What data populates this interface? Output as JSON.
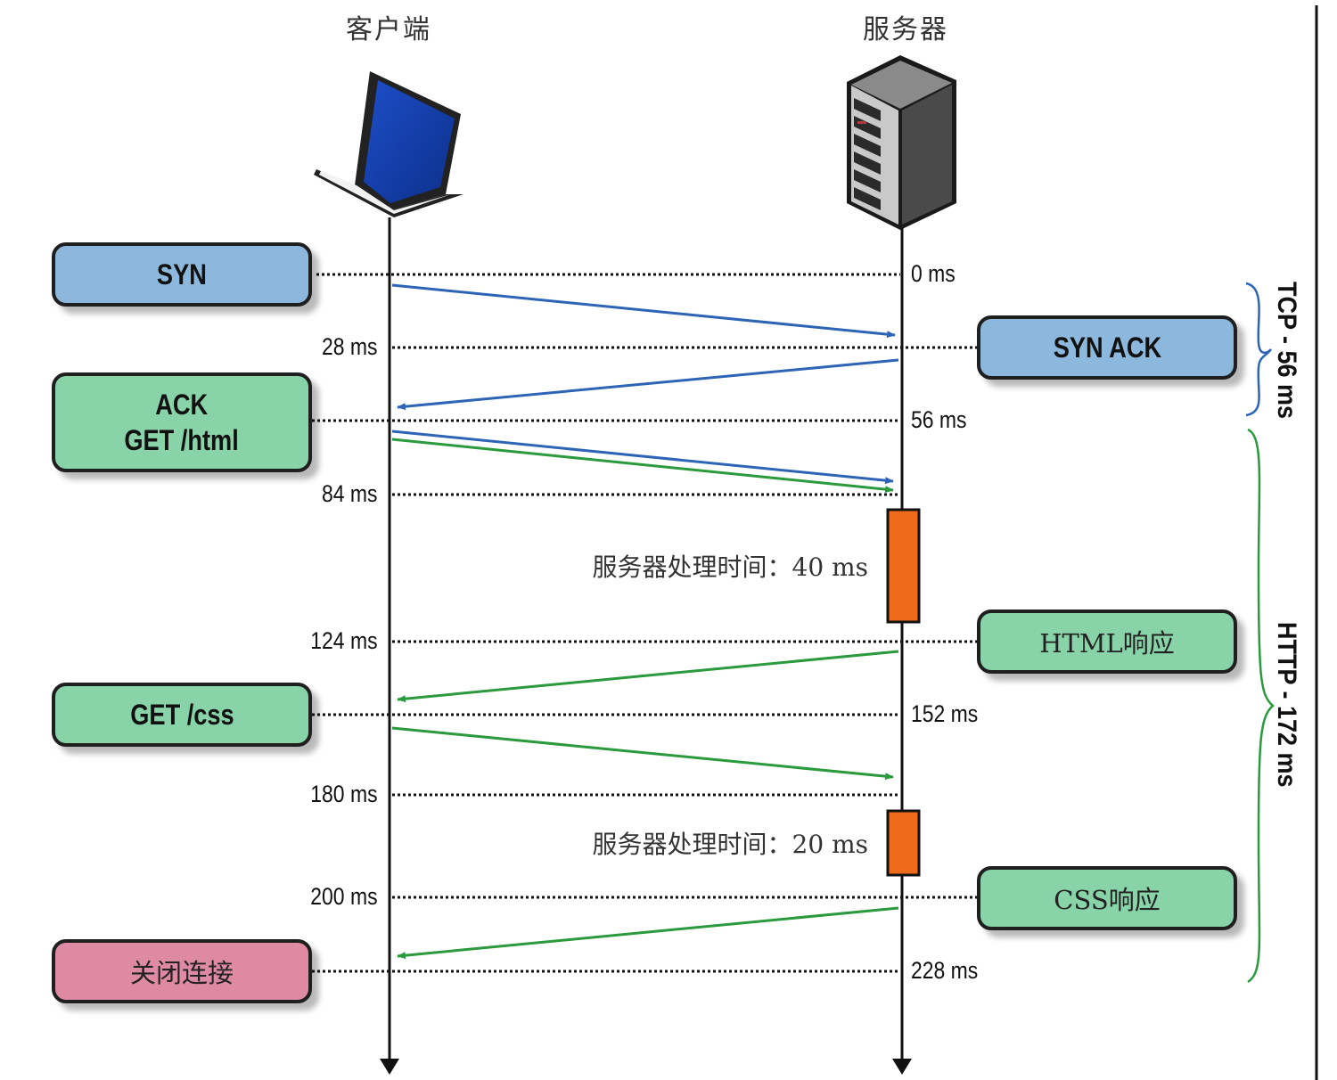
{
  "endpoints": {
    "client": "客户端",
    "server": "服务器"
  },
  "messages": {
    "syn": "SYN",
    "syn_ack": "SYN ACK",
    "ack": "ACK",
    "get_html": "GET /html",
    "html_response": "HTML响应",
    "get_css": "GET /css",
    "css_response": "CSS响应",
    "close": "关闭连接"
  },
  "timestamps": {
    "t0": "0 ms",
    "t28": "28 ms",
    "t56": "56 ms",
    "t84": "84 ms",
    "t124": "124 ms",
    "t152": "152 ms",
    "t180": "180 ms",
    "t200": "200 ms",
    "t228": "228 ms"
  },
  "processing": {
    "html": "服务器处理时间：40 ms",
    "css": "服务器处理时间：20 ms"
  },
  "phases": {
    "tcp": "TCP - 56 ms",
    "http": "HTTP - 172 ms"
  },
  "colors": {
    "tcp_arrow": "#2d64b5",
    "http_arrow": "#2a9a3c",
    "processing_block": "#ef6a1a",
    "box_blue": "#8db8dd",
    "box_green": "#88d4a8",
    "box_pink": "#df8aa4",
    "brace": "#2a9a3c"
  }
}
